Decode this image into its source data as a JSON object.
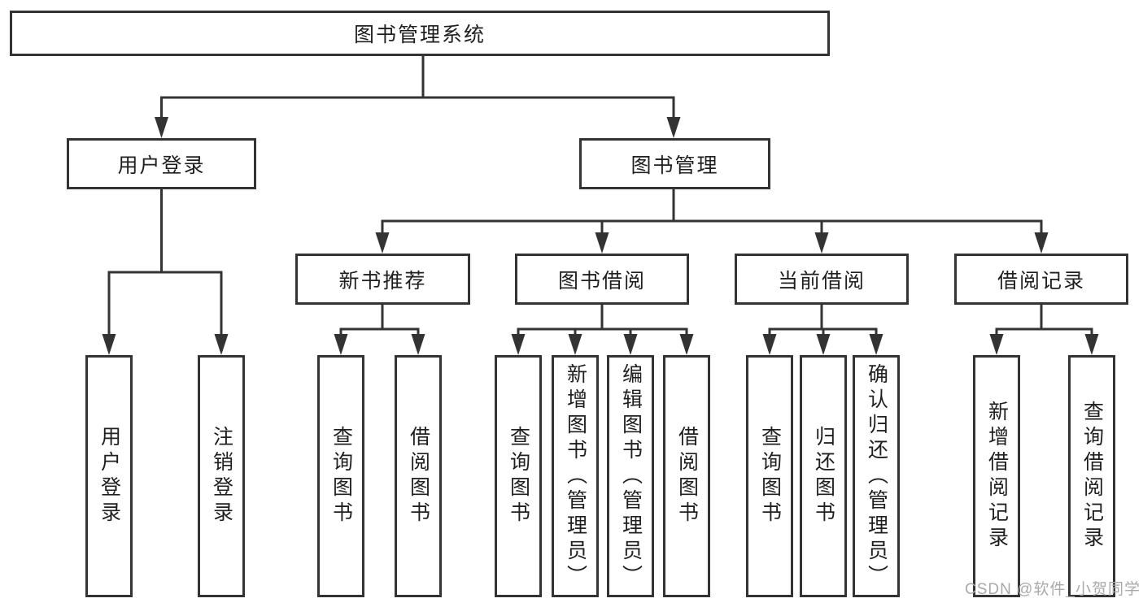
{
  "diagram": {
    "root": {
      "label": "图书管理系统"
    },
    "branches": {
      "user_login": {
        "label": "用户登录",
        "children": [
          {
            "label": "用户登录"
          },
          {
            "label": "注销登录"
          }
        ]
      },
      "book_management": {
        "label": "图书管理",
        "sections": [
          {
            "label": "新书推荐",
            "children": [
              {
                "label": "查询图书"
              },
              {
                "label": "借阅图书"
              }
            ]
          },
          {
            "label": "图书借阅",
            "children": [
              {
                "label": "查询图书"
              },
              {
                "label": "新增图书（管理员）"
              },
              {
                "label": "编辑图书（管理员）"
              },
              {
                "label": "借阅图书"
              }
            ]
          },
          {
            "label": "当前借阅",
            "children": [
              {
                "label": "查询图书"
              },
              {
                "label": "归还图书"
              },
              {
                "label": "确认归还（管理员）"
              }
            ]
          },
          {
            "label": "借阅记录",
            "children": [
              {
                "label": "新增借阅记录"
              },
              {
                "label": "查询借阅记录"
              }
            ]
          }
        ]
      }
    }
  },
  "colors": {
    "line": "#333333",
    "text": "#1f1f1f",
    "watermark": "#a9a9a9",
    "background": "#ffffff"
  },
  "watermark": {
    "text": "CSDN @软件_小贺同学"
  }
}
